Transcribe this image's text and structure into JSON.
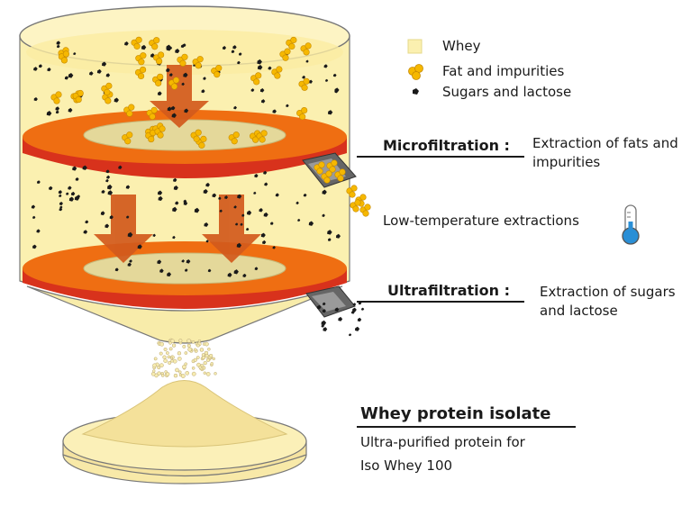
{
  "legend": {
    "items": [
      {
        "label": "Whey",
        "icon": "whey-swatch-icon"
      },
      {
        "label": "Fat and impurities",
        "icon": "fat-droplets-icon"
      },
      {
        "label": "Sugars and lactose",
        "icon": "sugar-particle-icon"
      }
    ]
  },
  "stages": {
    "microfiltration": {
      "title": "Microfiltration :",
      "desc_line1": "Extraction of fats and",
      "desc_line2": "impurities"
    },
    "low_temp": {
      "label": "Low-temperature extractions",
      "icon": "thermometer-icon"
    },
    "ultrafiltration": {
      "title": "Ultrafiltration :",
      "desc_line1": "Extraction of sugars",
      "desc_line2": "and lactose"
    }
  },
  "result": {
    "title": "Whey protein isolate",
    "desc_line1": "Ultra-purified protein for",
    "desc_line2": "Iso Whey 100"
  },
  "colors": {
    "whey": "#fbf0b0",
    "whey_dark": "#f3e6a2",
    "disc_top": "#ef6e12",
    "disc_side": "#d8321c",
    "arrow": "#d25a1c",
    "fat": "#f6b800",
    "sugar": "#1a1a1a",
    "thermo_bulb": "#2a8fd6"
  }
}
